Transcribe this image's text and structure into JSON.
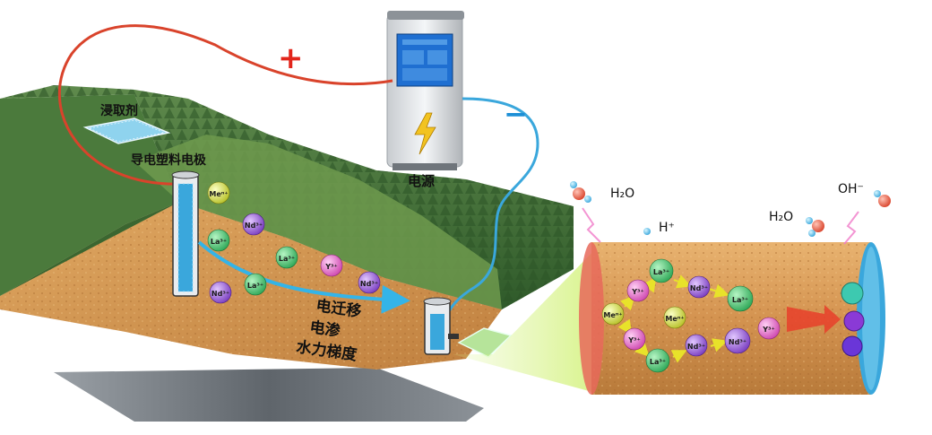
{
  "labels": {
    "leachate": "浸取剂",
    "electrode": "导电塑料电极",
    "power_supply": "电源",
    "plus": "+",
    "minus": "−",
    "process_1": "电迁移",
    "process_2": "电渗",
    "process_3": "水力梯度"
  },
  "molecules": {
    "h2o_left": "H₂O",
    "h_plus": "H⁺",
    "h2o_right": "H₂O",
    "oh_minus": "OH⁻"
  },
  "ions": {
    "me": "Meⁿ⁺",
    "nd": "Nd³⁺",
    "la": "La³⁺",
    "y": "Y³⁺"
  },
  "colors": {
    "wire_positive": "#d9432b",
    "wire_negative": "#3aa7dc",
    "ion_la": "#44c46a",
    "ion_nd": "#9a5ad6",
    "ion_y": "#e060c0",
    "ion_me": "#c8d43a",
    "soil": "#d89a52",
    "grass": "#3f6f36"
  }
}
